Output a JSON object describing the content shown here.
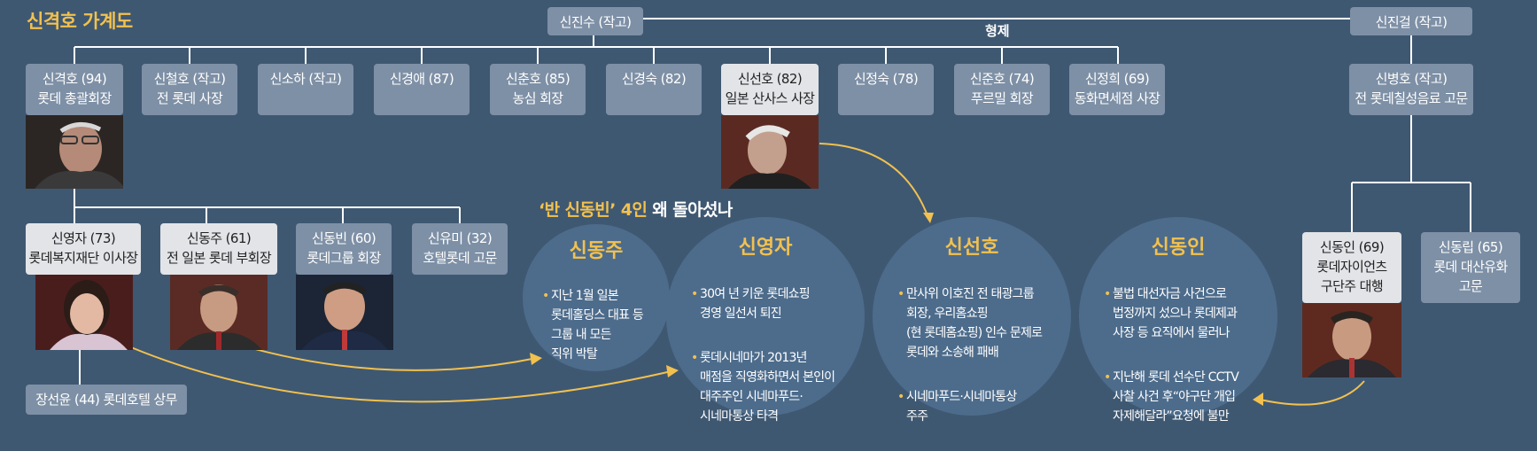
{
  "title": "신격호 가계도",
  "relation_label": "형제",
  "top": [
    {
      "id": "jinsu",
      "name": "신진수 (작고)"
    },
    {
      "id": "jingeol",
      "name": "신진걸 (작고)"
    }
  ],
  "siblings": [
    {
      "name": "신격호 (94)",
      "sub": "롯데 총괄회장"
    },
    {
      "name": "신철호 (작고)",
      "sub": "전 롯데 사장"
    },
    {
      "name": "신소하 (작고)",
      "sub": ""
    },
    {
      "name": "신경애 (87)",
      "sub": ""
    },
    {
      "name": "신춘호 (85)",
      "sub": "농심 회장"
    },
    {
      "name": "신경숙 (82)",
      "sub": ""
    },
    {
      "name": "신선호 (82)",
      "sub": "일본 산사스 사장"
    },
    {
      "name": "신정숙 (78)",
      "sub": ""
    },
    {
      "name": "신준호 (74)",
      "sub": "푸르밀 회장"
    },
    {
      "name": "신정희 (69)",
      "sub": "동화면세점 사장"
    }
  ],
  "cousin_parent": {
    "name": "신병호 (작고)",
    "sub": "전 롯데칠성음료 고문"
  },
  "children": [
    {
      "name": "신영자 (73)",
      "sub": "롯데복지재단 이사장"
    },
    {
      "name": "신동주 (61)",
      "sub": "전 일본 롯데 부회장"
    },
    {
      "name": "신동빈 (60)",
      "sub": "롯데그룹 회장"
    },
    {
      "name": "신유미 (32)",
      "sub": "호텔롯데 고문"
    }
  ],
  "grandchild": {
    "name": "장선윤 (44) 롯데호텔 상무"
  },
  "cousins": [
    {
      "name": "신동인 (69)",
      "sub": "롯데자이언츠",
      "sub2": "구단주 대행"
    },
    {
      "name": "신동립 (65)",
      "sub": "롯데 대산유화",
      "sub2": "고문"
    }
  ],
  "section": {
    "highlight": "‘반 신동빈’ 4인",
    "rest": " 왜 돌아섰나"
  },
  "circles": [
    {
      "title": "신동주",
      "items": [
        "지난 1월  일본\n롯데홀딩스 대표 등\n그룹 내 모든\n직위 박탈"
      ]
    },
    {
      "title": "신영자",
      "items": [
        "30여 년 키운 롯데쇼핑\n경영 일선서 퇴진",
        "롯데시네마가 2013년\n매점을 직영화하면서 본인이\n대주주인 시네마푸드·\n시네마통상 타격"
      ]
    },
    {
      "title": "신선호",
      "items": [
        "만사위 이호진 전 태광그룹\n회장, 우리홈쇼핑\n(현 롯데홈쇼핑) 인수 문제로\n롯데와 소송해 패배",
        "시네마푸드·시네마통상\n주주"
      ]
    },
    {
      "title": "신동인",
      "items": [
        "불법 대선자금 사건으로\n법정까지 섰으나 롯데제과\n사장 등 요직에서 물러나",
        "지난해 롯데 선수단 CCTV\n사찰 사건 후“야구단 개입\n자제해달라”요청에 불만"
      ]
    }
  ],
  "colors": {
    "background": "#3f5872",
    "box": "#7e90a6",
    "highlight_box": "#e2e4e8",
    "circle": "#4d6c8c",
    "accent": "#f2c14e"
  }
}
